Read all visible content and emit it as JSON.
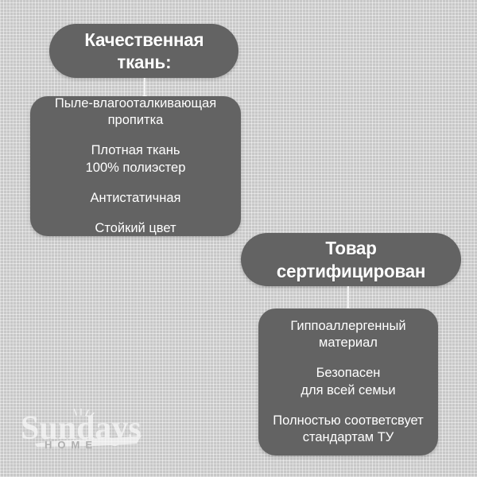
{
  "background": {
    "color": "#c8c8c8",
    "texture": "woven-fabric"
  },
  "card_color": "#636363",
  "text_color": "#ffffff",
  "blocks": [
    {
      "header": "Качественная\nткань:",
      "header_line_1": "Качественная",
      "header_line_2": "ткань:",
      "items": [
        "Пыле-влагооталкивающая\nпропитка",
        "Плотная ткань\n100% полиэстер",
        "Антистатичная",
        "Стойкий цвет"
      ]
    },
    {
      "header": "Товар\nсертифицирован",
      "header_line_1": "Товар",
      "header_line_2": "сертифицирован",
      "items": [
        "Гиппоаллергенный\nматериал",
        "Безопасен\nдля всей семьи",
        "Полностью соответсвует\nстандартам ТУ"
      ]
    }
  ],
  "logo": {
    "brand": "Sundays",
    "sub": "HOME"
  }
}
